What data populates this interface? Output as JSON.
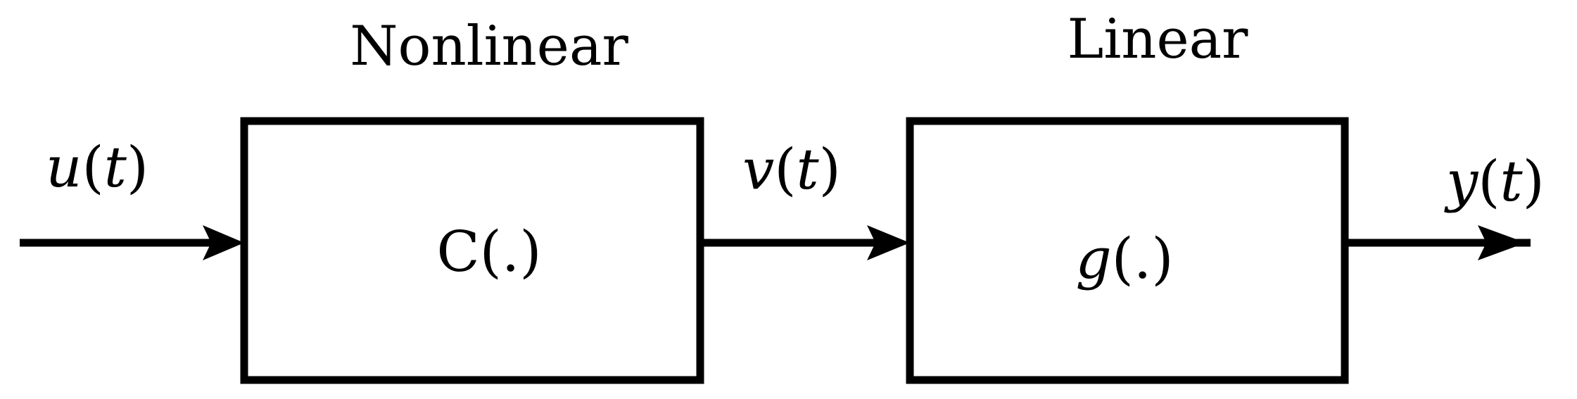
{
  "blocks": [
    {
      "id": "nonlinear",
      "title": "Nonlinear",
      "function_symbol": "C",
      "function_args": "(.)"
    },
    {
      "id": "linear",
      "title": "Linear",
      "function_symbol": "g",
      "function_args": "(.)"
    }
  ],
  "signals": {
    "input": {
      "symbol": "u",
      "arg": "(",
      "var": "t",
      "close": ")"
    },
    "intermediate": {
      "symbol": "v",
      "arg": "(",
      "var": "t",
      "close": ")"
    },
    "output": {
      "symbol": "y",
      "arg": "(",
      "var": "t",
      "close": ")"
    }
  },
  "colors": {
    "stroke": "#000000",
    "background": "#ffffff"
  }
}
